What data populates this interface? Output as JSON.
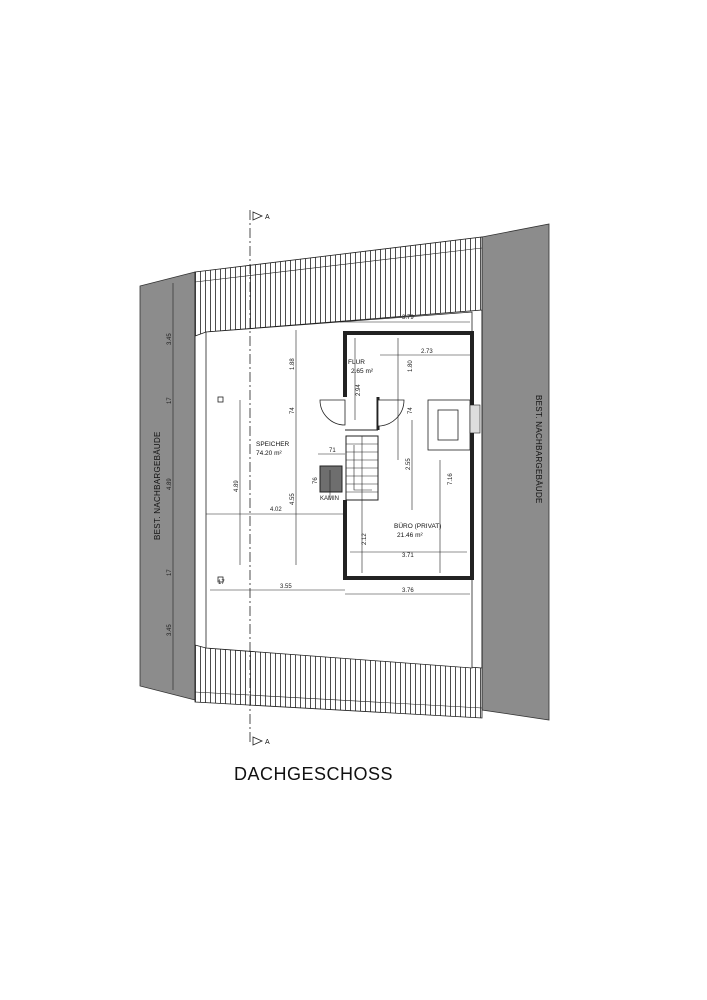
{
  "drawing_title": "DACHGESCHOSS",
  "section_marker": "A",
  "neighbor_label": "BEST. NACHBARGEBÄUDE",
  "rooms": {
    "speicher": {
      "name": "SPEICHER",
      "area": "74.20 m²"
    },
    "flur": {
      "name": "FLUR",
      "area": "2.65 m²"
    },
    "buero": {
      "name": "BÜRO (PRIVAT)",
      "area": "21.46 m²"
    },
    "kamin": {
      "name": "KAMIN"
    }
  },
  "dimensions": {
    "top_width": "3.79",
    "flur_width": "2.73",
    "flur_height": "2.94",
    "buero_top": "1.80",
    "buero_mid": "2.55",
    "buero_height": "7.16",
    "buero_wall": "74",
    "buero_bottom": "2.12",
    "buero_width": "3.71",
    "speicher_top": "1.88",
    "speicher_wall": "74",
    "speicher_height": "4.55",
    "speicher_length": "4.89",
    "speicher_width": "4.02",
    "kamin_width": "71",
    "kamin_height": "76",
    "bottom_left": "3.55",
    "bottom_right": "3.76",
    "bottom_offset": "17",
    "left_top": "3.45",
    "left_mid1": "17",
    "left_mid": "4.89",
    "left_mid2": "17",
    "left_bottom": "3.45"
  }
}
